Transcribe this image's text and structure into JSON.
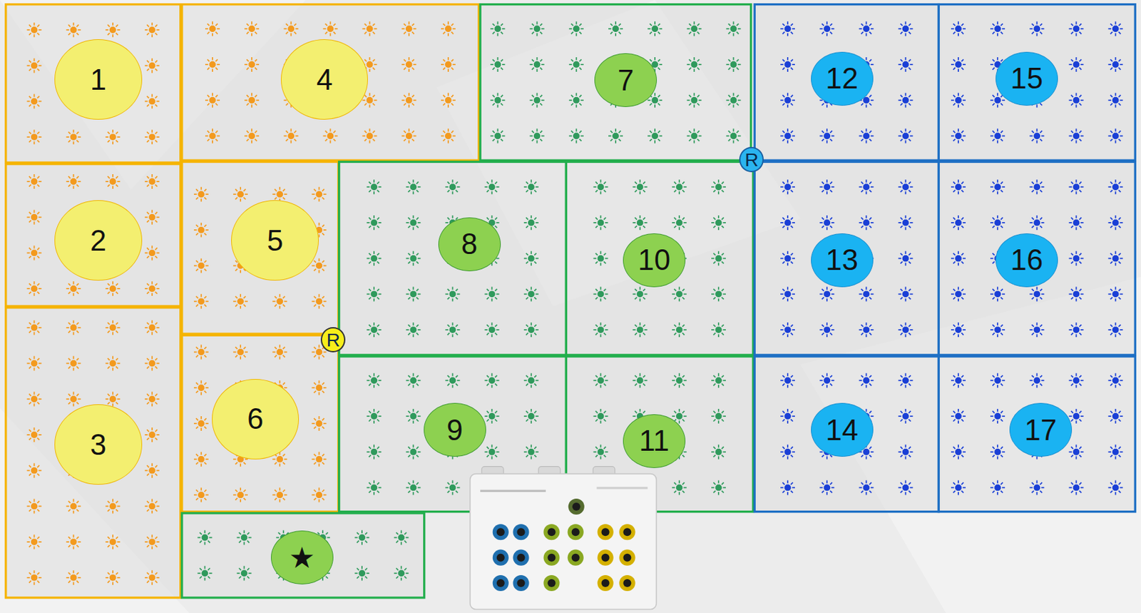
{
  "diagram": {
    "nodes": [
      {
        "text": [
          "1"
        ]
      },
      {
        "text": [
          "2"
        ]
      },
      {
        "text": [
          "3"
        ]
      },
      {
        "text": [
          "4"
        ]
      },
      {
        "text": [
          "5"
        ]
      },
      {
        "text": [
          "6"
        ]
      },
      {
        "text": [
          "7"
        ]
      },
      {
        "text": [
          "8"
        ]
      },
      {
        "text": [
          "9"
        ]
      },
      {
        "text": [
          "10"
        ]
      },
      {
        "text": [
          "11"
        ]
      },
      {
        "text": [
          "12"
        ]
      },
      {
        "text": [
          "13"
        ]
      },
      {
        "text": [
          "14"
        ]
      },
      {
        "text": [
          "15"
        ]
      },
      {
        "text": [
          "16"
        ]
      },
      {
        "text": [
          "17"
        ]
      },
      {
        "text": [
          "★"
        ]
      },
      {
        "text": [
          "R"
        ]
      },
      {
        "text": [
          "R"
        ]
      }
    ],
    "edges": []
  }
}
